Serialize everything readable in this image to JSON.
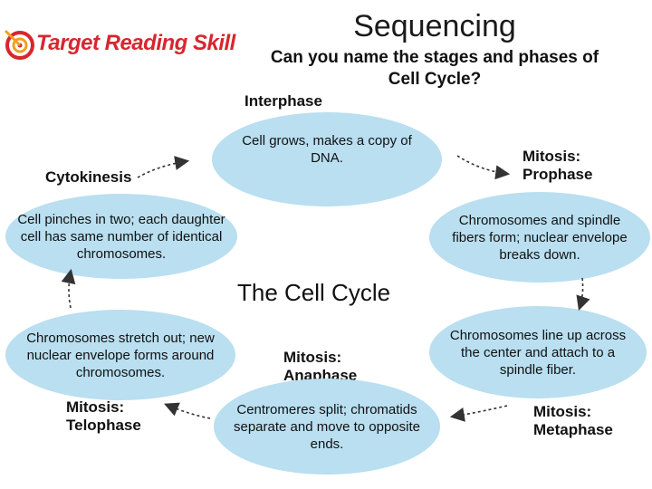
{
  "title": "Sequencing",
  "subtitle": "Can you name the stages and phases of Cell Cycle?",
  "logo_text": "Target Reading Skill",
  "center_title": "The Cell Cycle",
  "stages": {
    "interphase": "Interphase",
    "prophase_line1": "Mitosis:",
    "prophase_line2": "Prophase",
    "metaphase_line1": "Mitosis:",
    "metaphase_line2": "Metaphase",
    "anaphase_line1": "Mitosis:",
    "anaphase_line2": "Anaphase",
    "telophase_line1": "Mitosis:",
    "telophase_line2": "Telophase",
    "cytokinesis": "Cytokinesis"
  },
  "descriptions": {
    "interphase": "Cell grows, makes a copy of DNA.",
    "prophase": "Chromosomes and spindle fibers form; nuclear envelope breaks down.",
    "metaphase": "Chromosomes line up across the center and attach to a spindle fiber.",
    "anaphase": "Centromeres split; chromatids separate and move to opposite ends.",
    "telophase": "Chromosomes stretch out; new nuclear envelope forms around chromosomes.",
    "cytokinesis": "Cell pinches in two; each daughter cell has same number of identical chromosomes."
  },
  "colors": {
    "ellipse_fill": "#b9dff0",
    "logo_red": "#d8262e",
    "arrow": "#333333"
  }
}
